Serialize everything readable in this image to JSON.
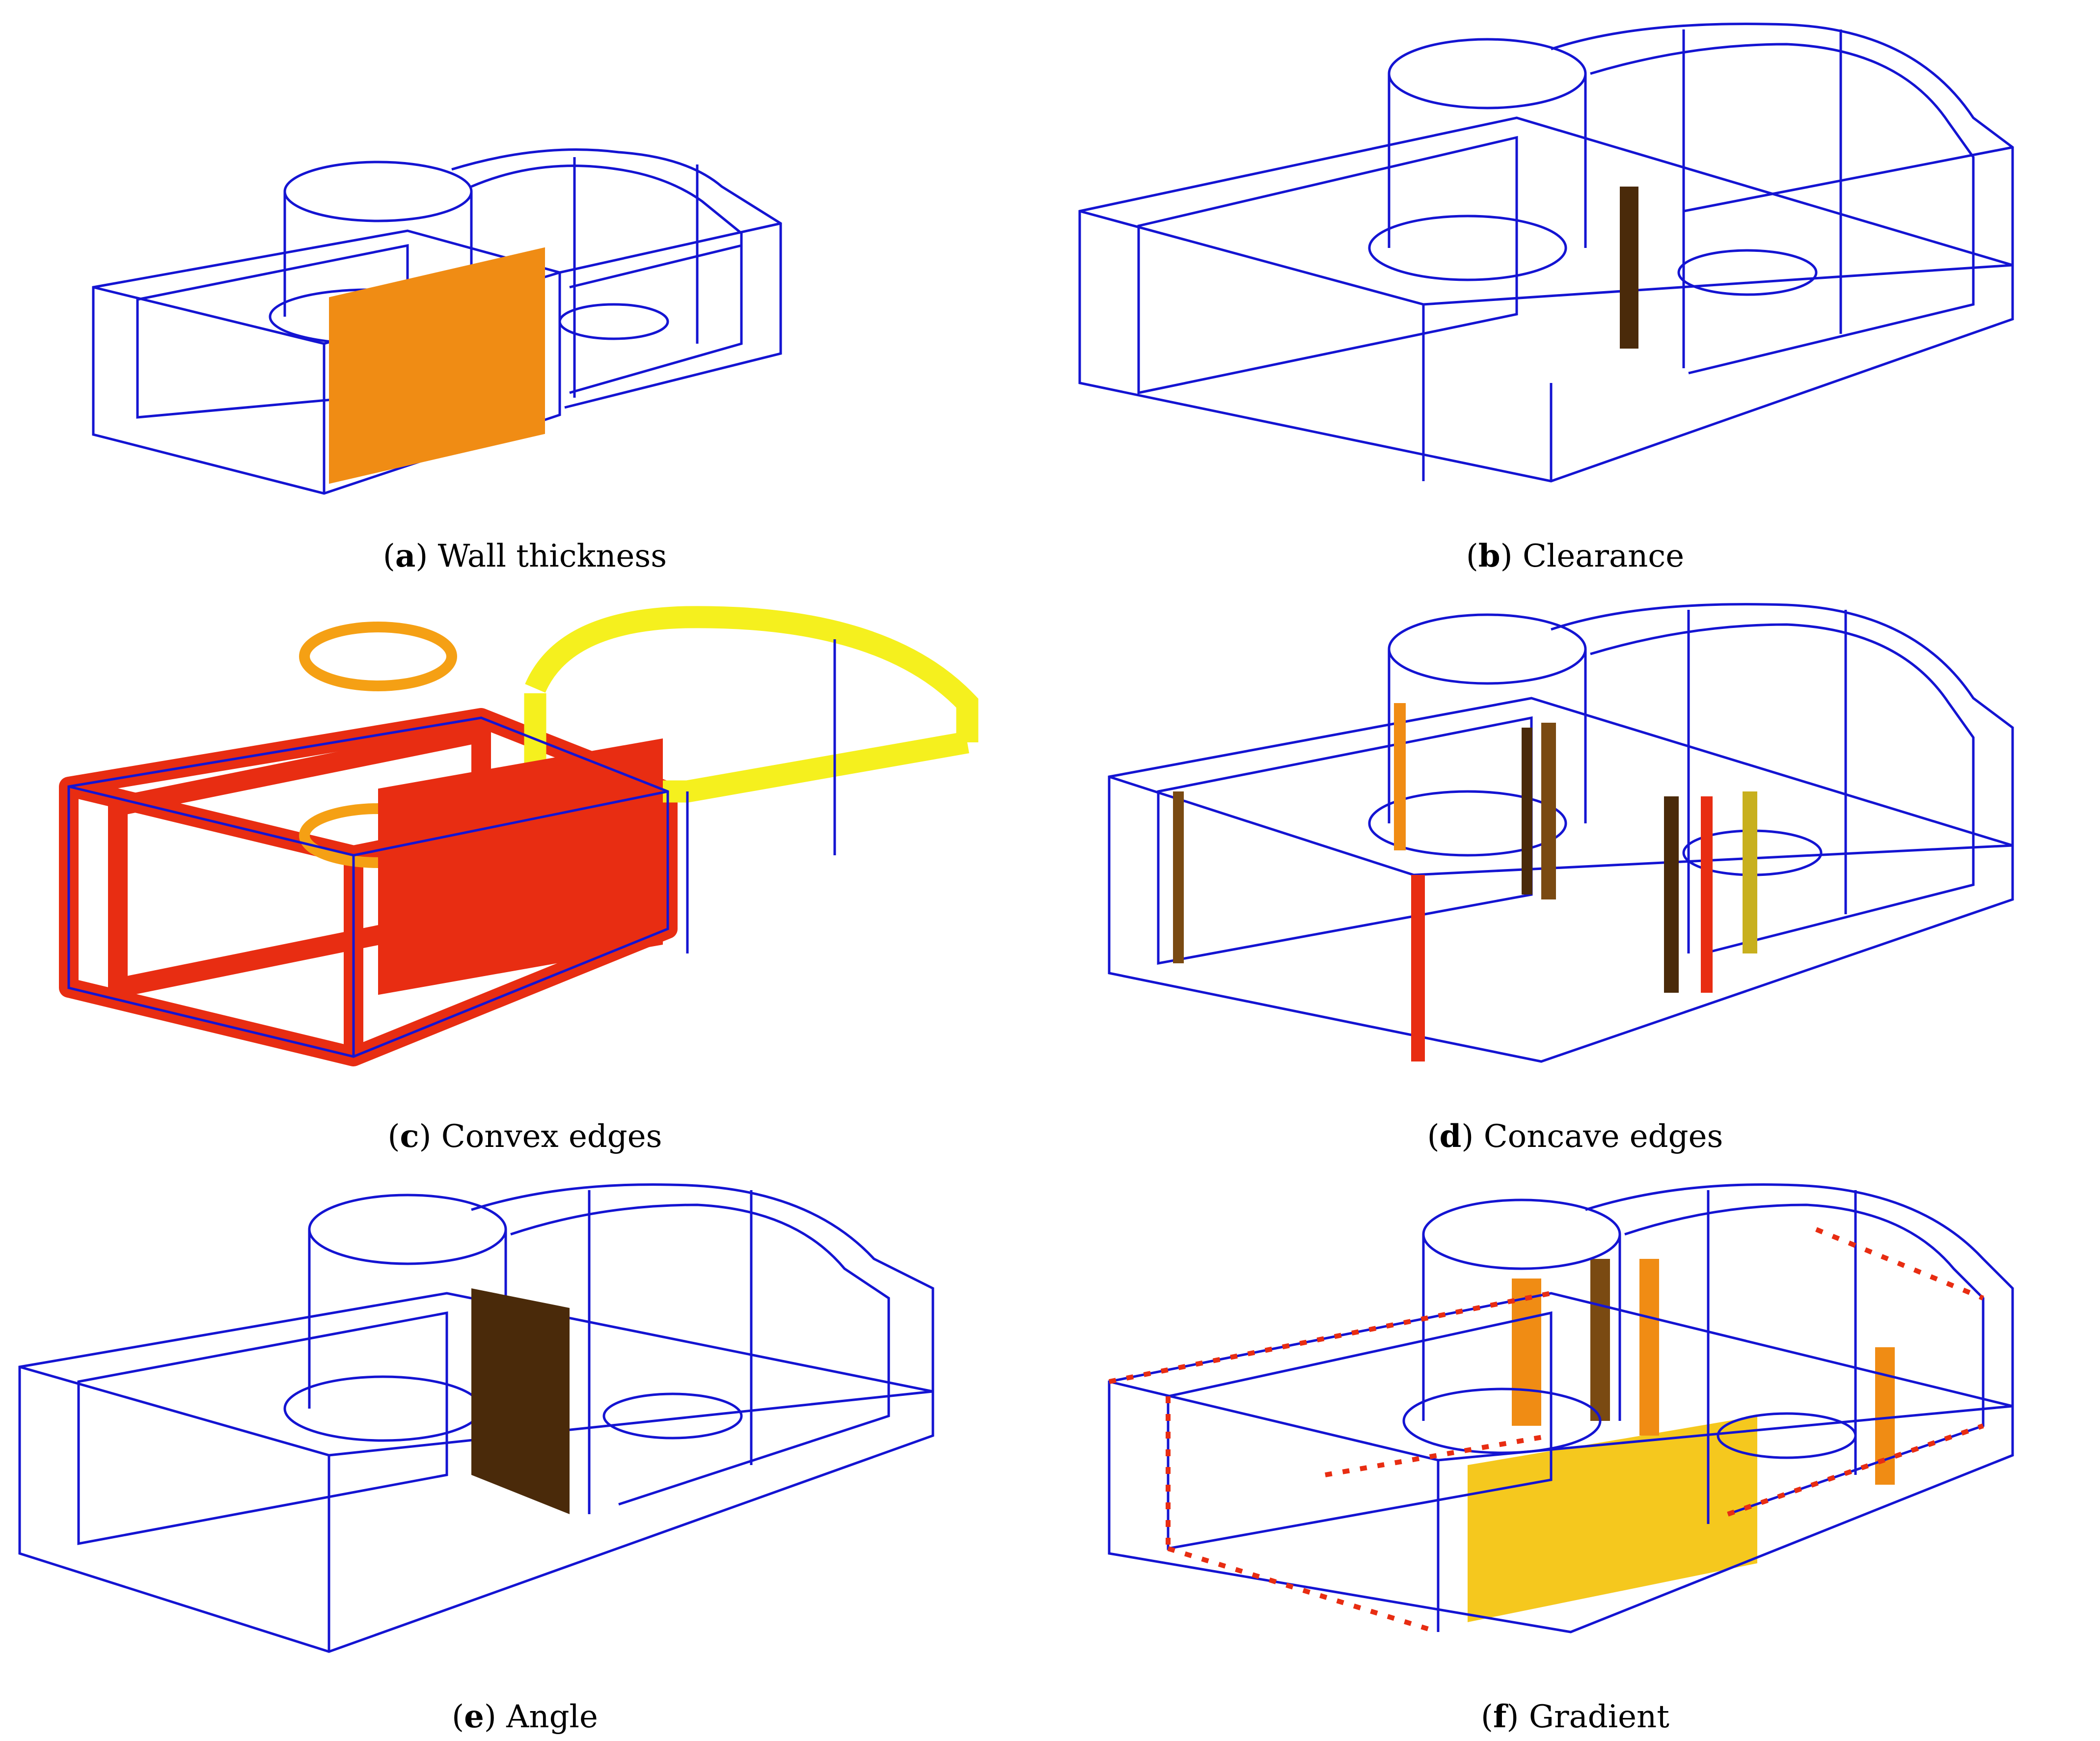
{
  "colors": {
    "wireframe": "#1414d2",
    "highlight_orange": "#f08c14",
    "highlight_red": "#e82d12",
    "highlight_yellow": "#f5f01e",
    "highlight_dark": "#4a2a0a",
    "highlight_brown": "#7a4a12"
  },
  "panels": [
    {
      "letter": "a",
      "label": "Wall thickness"
    },
    {
      "letter": "b",
      "label": "Clearance"
    },
    {
      "letter": "c",
      "label": "Convex edges"
    },
    {
      "letter": "d",
      "label": "Concave edges"
    },
    {
      "letter": "e",
      "label": "Angle"
    },
    {
      "letter": "f",
      "label": "Gradient"
    }
  ]
}
